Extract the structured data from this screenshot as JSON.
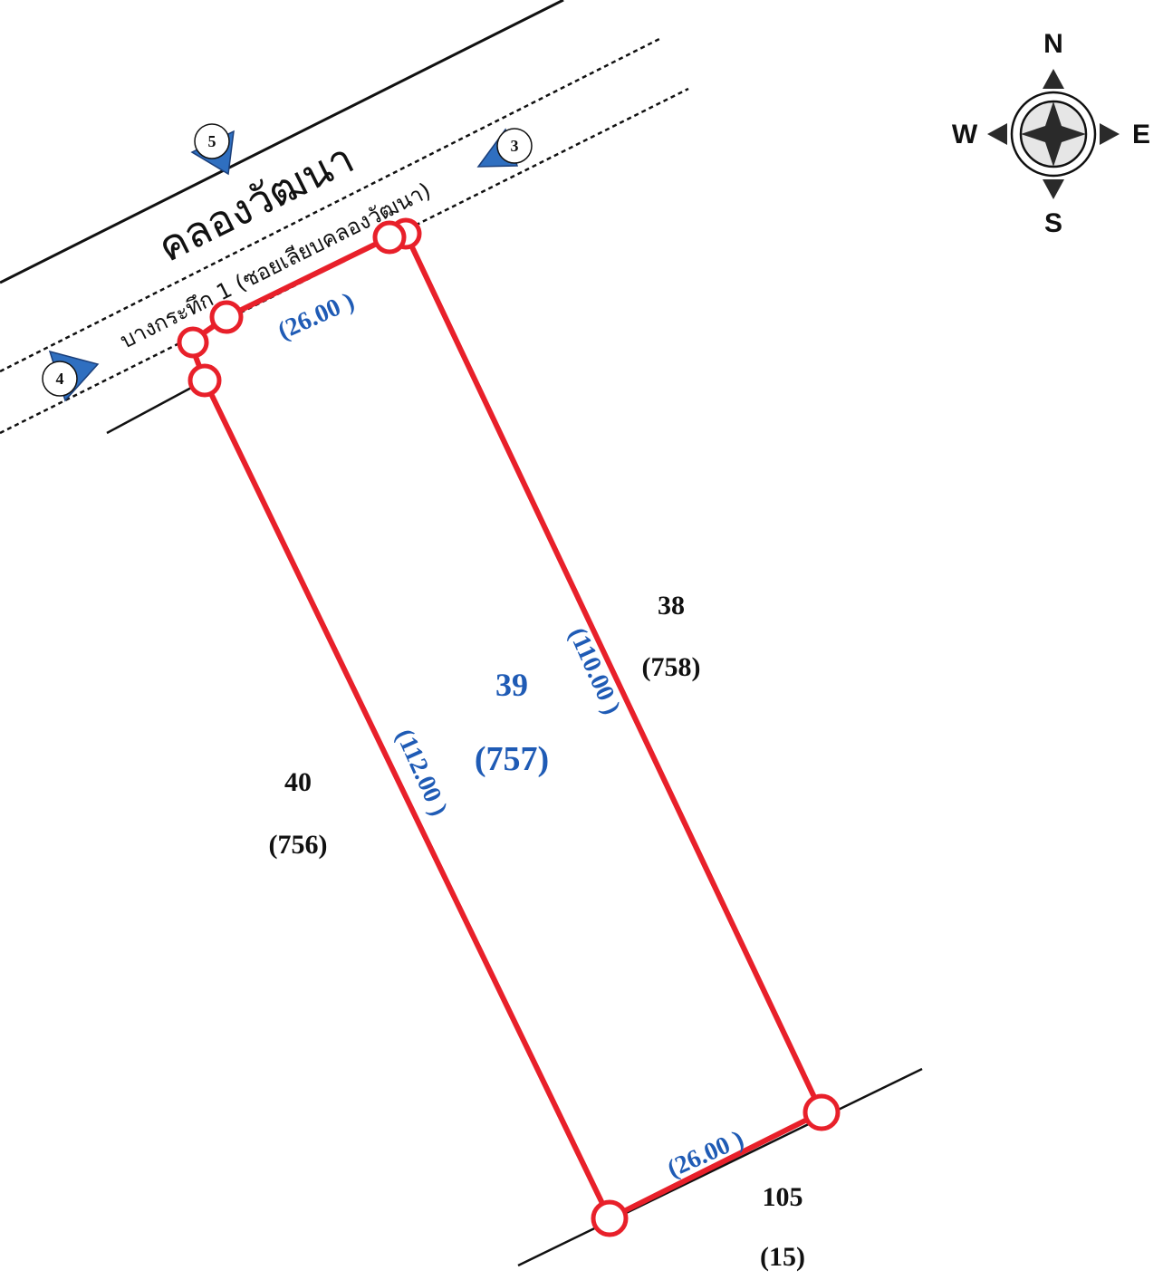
{
  "compass": {
    "north": "N",
    "south": "S",
    "east": "E",
    "west": "W"
  },
  "roads": {
    "canal_name": "คลองวัฒนา",
    "soi_name": "บางกระทึก 1 (ซอยเลียบคลองวัฒนา)"
  },
  "markers": [
    "5",
    "3",
    "4"
  ],
  "parcels": {
    "subject": {
      "number": "39",
      "deed": "(757)"
    },
    "east": {
      "number": "38",
      "deed": "(758)"
    },
    "west": {
      "number": "40",
      "deed": "(756)"
    },
    "south": {
      "number": "105",
      "deed": "(15)"
    }
  },
  "dimensions": {
    "north_side": "(26.00 )",
    "south_side": "(26.00 )",
    "east_side": "(110.00 )",
    "west_side": "(112.00 )"
  },
  "colors": {
    "boundary": "#e8202a",
    "label_blue": "#1f5bb5",
    "marker_blue": "#2f6fc0"
  }
}
